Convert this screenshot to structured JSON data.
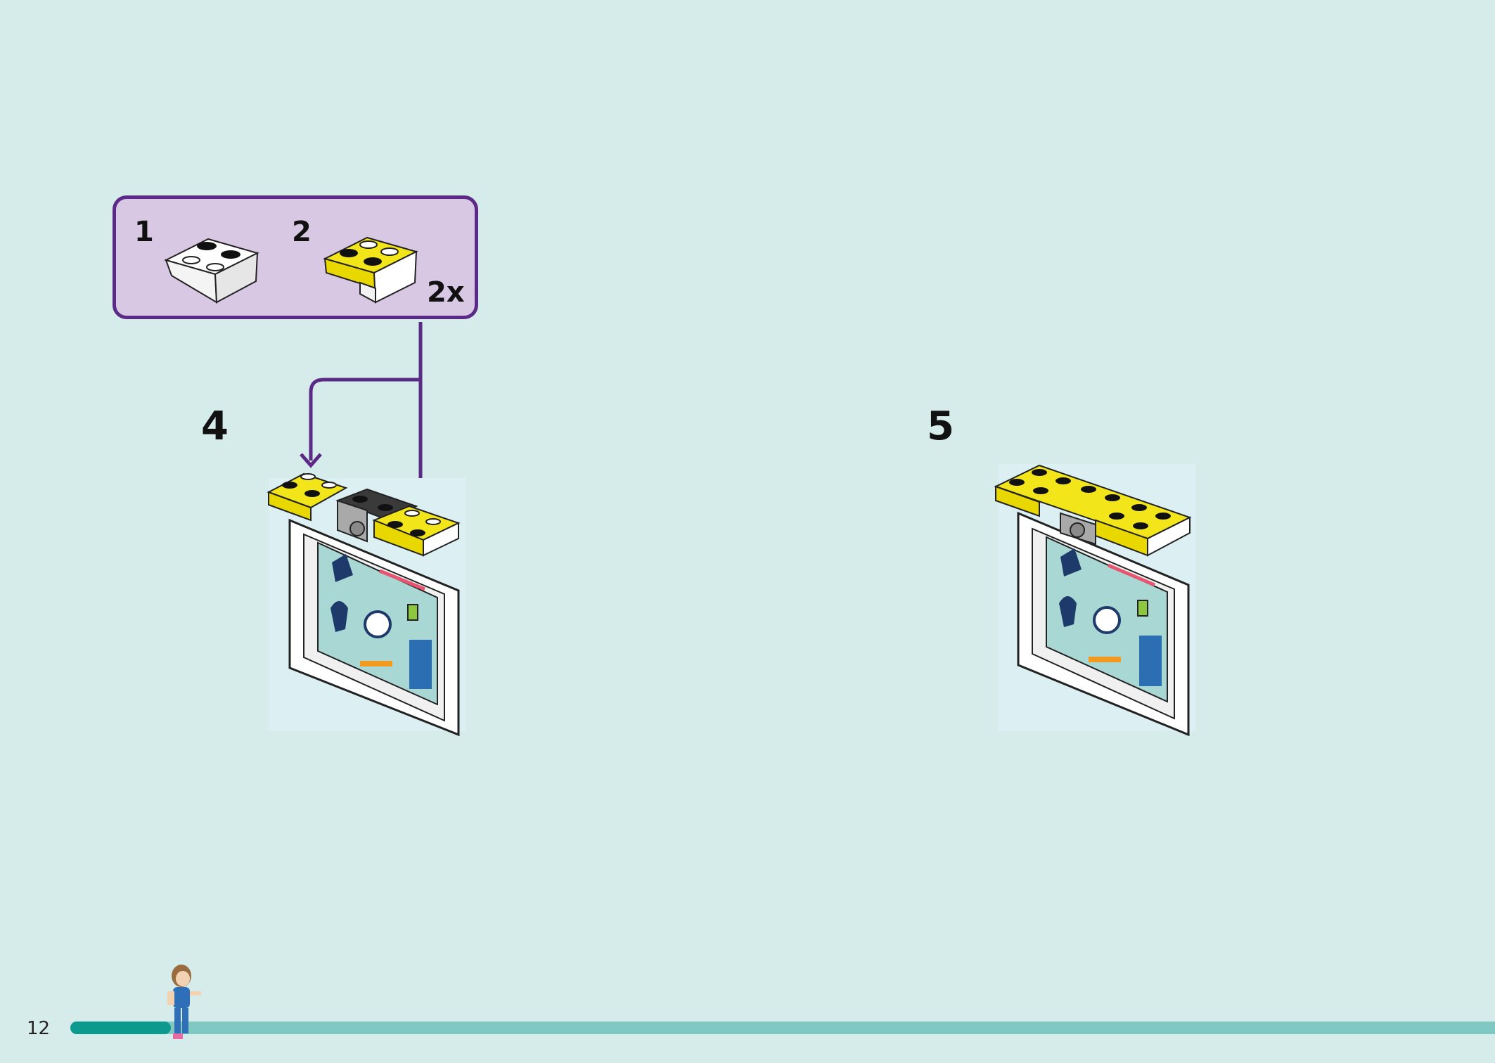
{
  "page": {
    "number": "12",
    "progress": 0.07
  },
  "callout": {
    "parts": [
      {
        "number": "1",
        "piece": "white-inverted-slope-brick-2x2"
      },
      {
        "number": "2",
        "piece": "yellow-white-inverted-slope-brick-2x2",
        "quantity": "2x"
      }
    ]
  },
  "steps": [
    {
      "number": "4"
    },
    {
      "number": "5"
    }
  ],
  "colors": {
    "background": "#d6ecea",
    "callout_fill": "#d9c8e3",
    "callout_border": "#5b2a86",
    "brick_yellow": "#f2e51a",
    "brick_white": "#ffffff",
    "brick_black": "#1b1b1b",
    "brick_gray": "#a9a9a9",
    "progress_track": "#7fc9c2",
    "progress_fill": "#0c9a8e"
  }
}
